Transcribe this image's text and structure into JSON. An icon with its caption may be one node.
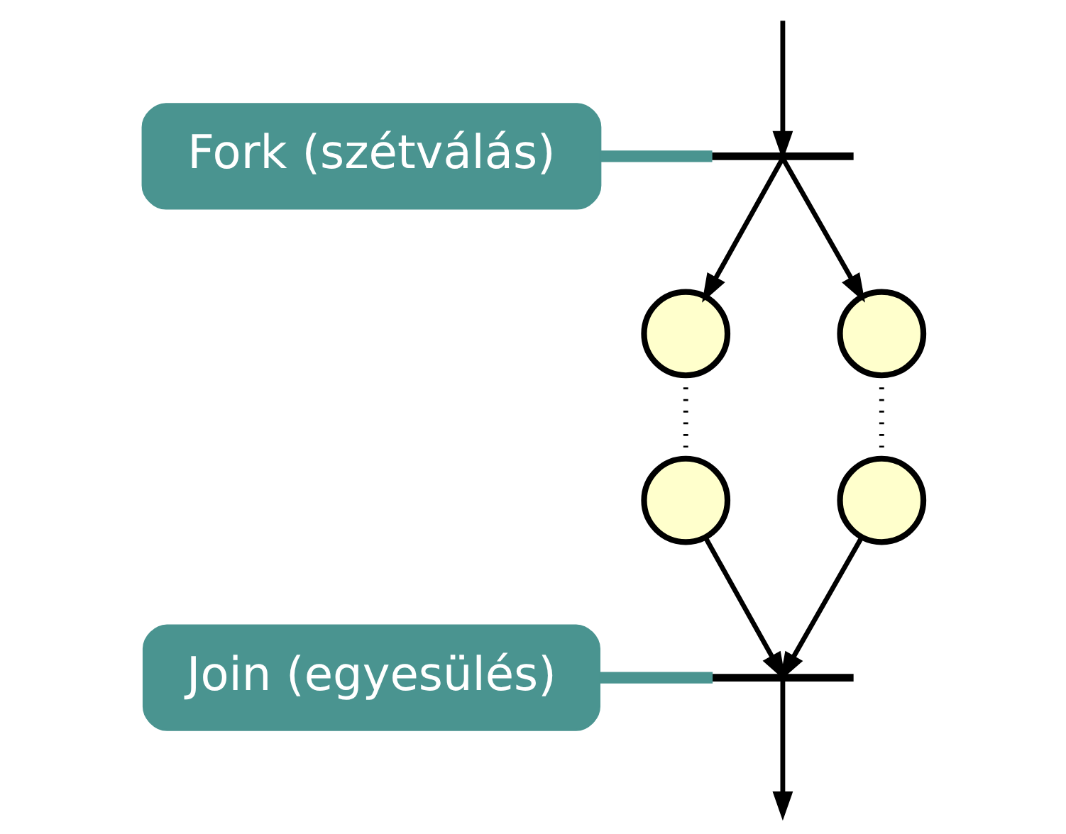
{
  "diagram": {
    "nodes": [
      {
        "text": [],
        "shape": "bar"
      },
      {
        "text": [],
        "shape": "circle"
      },
      {
        "text": [],
        "shape": "circle"
      },
      {
        "text": [],
        "shape": "circle"
      },
      {
        "text": [],
        "shape": "circle"
      },
      {
        "text": [],
        "shape": "bar"
      },
      {
        "text": [
          "Fork (szétválás)"
        ]
      },
      {
        "text": [
          "Join (egyesülés)"
        ]
      }
    ],
    "edges": [
      {
        "from": null,
        "to": 0,
        "arrow": "to"
      },
      {
        "from": 0,
        "to": 1,
        "arrow": "to"
      },
      {
        "from": 0,
        "to": 2,
        "arrow": "to"
      },
      {
        "from": 1,
        "to": 3,
        "arrow": "none",
        "style": "dashed"
      },
      {
        "from": 2,
        "to": 4,
        "arrow": "none",
        "style": "dashed"
      },
      {
        "from": 3,
        "to": 5,
        "arrow": "to"
      },
      {
        "from": 4,
        "to": 5,
        "arrow": "to"
      },
      {
        "from": 5,
        "to": null,
        "arrow": "to"
      },
      {
        "from": 6,
        "to": 0,
        "arrow": "none",
        "style": "thick",
        "color": "#4a9490"
      },
      {
        "from": 7,
        "to": 5,
        "arrow": "none",
        "style": "thick",
        "color": "#4a9490"
      }
    ]
  }
}
